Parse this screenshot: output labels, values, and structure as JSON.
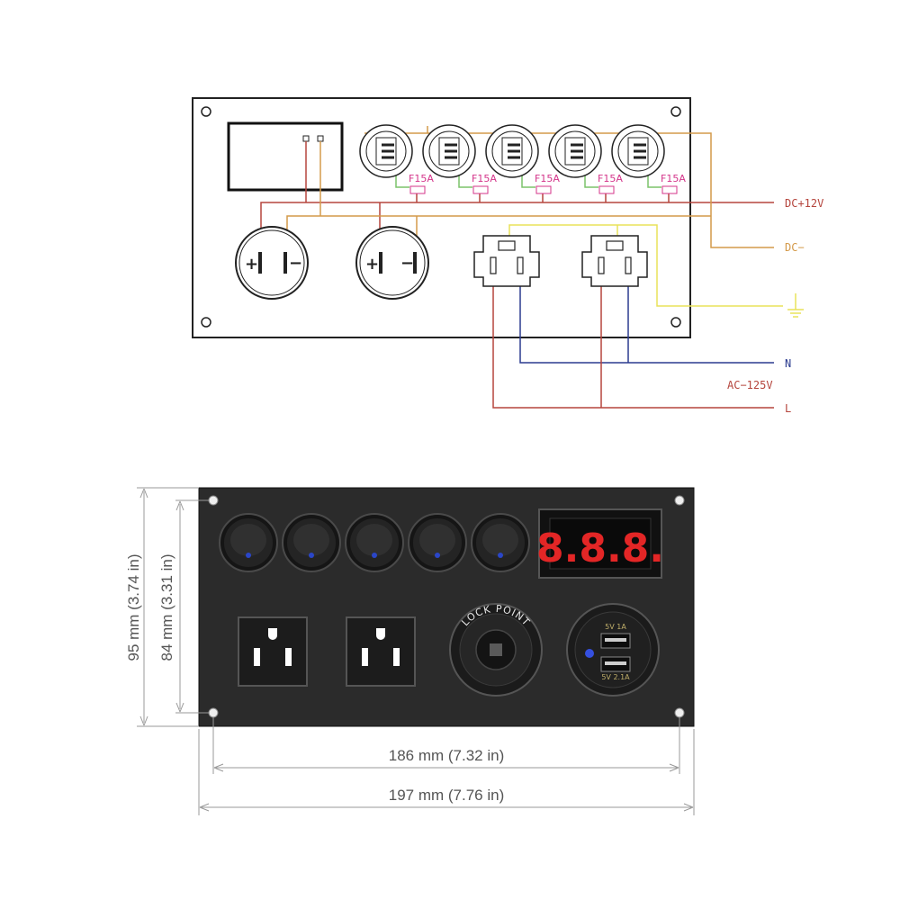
{
  "wiring_diagram": {
    "fuse_label": "F15A",
    "fuse_count": 5,
    "lines": {
      "dc_positive": "DC+12V",
      "dc_negative": "DC−",
      "neutral": "N",
      "ac_voltage": "AC−125V",
      "live": "L"
    },
    "socket_polarity": {
      "positive": "+",
      "negative": "−"
    },
    "ground_icon": "ground-icon"
  },
  "panel_photo": {
    "rocker_switch_count": 5,
    "voltmeter_display": "8.8.8.",
    "cigarette_socket_label": "LOCK POINT",
    "usb_labels": {
      "top": "5V 1A",
      "bottom": "5V 2.1A"
    }
  },
  "dimensions": {
    "height_outer": "95 mm (3.74 in)",
    "height_inner": "84 mm (3.31 in)",
    "width_inner": "186 mm (7.32 in)",
    "width_outer": "197 mm (7.76 in)"
  },
  "colors": {
    "wire_red": "#b5453d",
    "wire_orange": "#d49a4a",
    "wire_blue": "#2b3b8f",
    "wire_yellow": "#e8e25a",
    "wire_green": "#7cc46a",
    "fuse_pink": "#d4348a",
    "panel_black": "#2b2b2b",
    "display_red": "#e32626"
  }
}
